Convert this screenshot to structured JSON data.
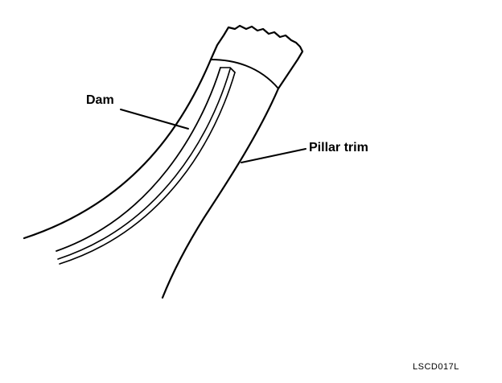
{
  "diagram": {
    "callouts": [
      {
        "id": "dam",
        "label": "Dam"
      },
      {
        "id": "pillar_trim",
        "label": "Pillar trim"
      }
    ],
    "figure_code": "LSCD017L",
    "line_color": "#000000",
    "background": "#ffffff"
  }
}
